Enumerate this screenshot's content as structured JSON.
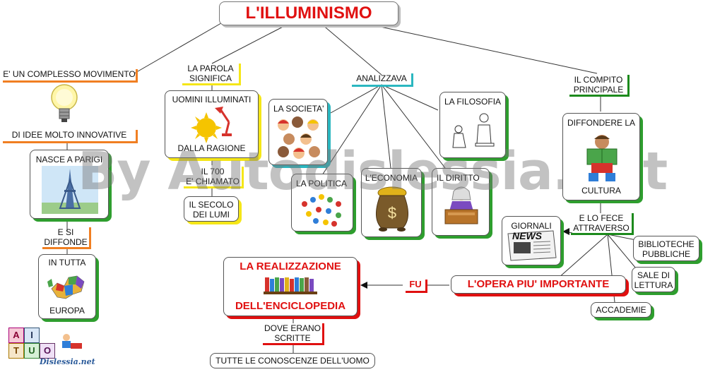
{
  "title": "L'ILLUMINISMO",
  "left_branch": {
    "movimento": "E' UN COMPLESSO MOVIMENTO",
    "idee": "DI IDEE MOLTO INNOVATIVE",
    "nasce": "NASCE A PARIGI",
    "diffonde_1": "E SI",
    "diffonde_2": "DIFFONDE",
    "europa_1": "IN TUTTA",
    "europa_2": "EUROPA"
  },
  "parola_branch": {
    "label_1": "LA PAROLA",
    "label_2": "SIGNIFICA",
    "uomini": "UOMINI ILLUMINATI",
    "ragione": "DALLA RAGIONE",
    "chiamato_1": "IL 700",
    "chiamato_2": "E' CHIAMATO",
    "secolo_1": "IL SECOLO",
    "secolo_2": "DEI LUMI"
  },
  "analizzava_branch": {
    "label": "ANALIZZAVA",
    "societa": "LA SOCIETA'",
    "filosofia": "LA FILOSOFIA",
    "politica": "LA POLITICA",
    "economia": "L'ECONOMIA",
    "diritto": "IL DIRITTO"
  },
  "compito_branch": {
    "label_1": "IL COMPITO",
    "label_2": "PRINCIPALE",
    "diffondere": "DIFFONDERE LA",
    "cultura": "CULTURA",
    "fece_1": "E LO FECE",
    "fece_2": "ATTRAVERSO",
    "giornali": "GIORNALI",
    "news": "NEWS",
    "biblioteche_1": "BIBLIOTECHE",
    "biblioteche_2": "PUBBLICHE",
    "sale_1": "SALE DI",
    "sale_2": "LETTURA",
    "accademie": "ACCADEMIE",
    "opera": "L'OPERA PIU' IMPORTANTE",
    "fu": "FU"
  },
  "enciclopedia": {
    "line_1": "LA REALIZZAZIONE",
    "line_2": "DELL'ENCICLOPEDIA",
    "dove_1": "DOVE ERANO",
    "dove_2": "SCRITTE",
    "conoscenze": "TUTTE LE CONOSCENZE DELL'UOMO"
  },
  "watermark": "By Autodislessia.net",
  "logo": {
    "letters": [
      "A",
      "I",
      "T",
      "U",
      "O"
    ],
    "site": "Dislessia.net"
  },
  "colors": {
    "title_red": "#e01010",
    "orange": "#f07f22",
    "yellow": "#f5e617",
    "teal": "#2bb7c0",
    "green": "#1c8a1c",
    "shadow_green": "#2e9e2e"
  }
}
